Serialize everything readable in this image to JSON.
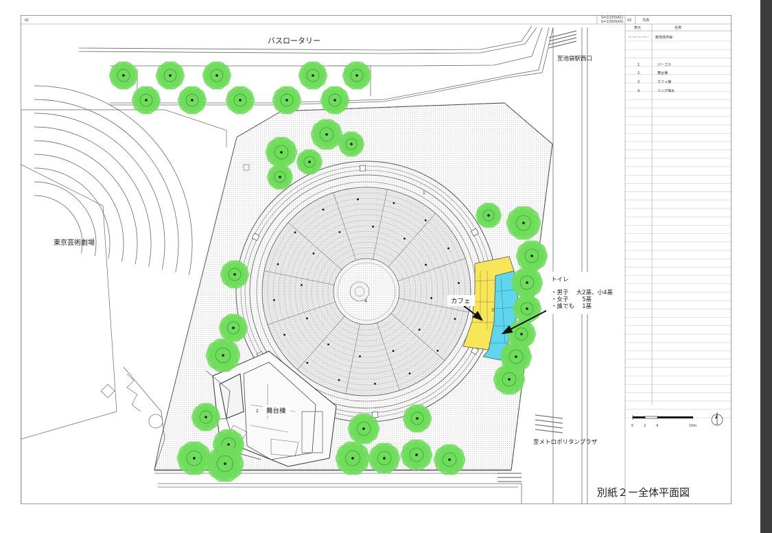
{
  "sheet": {
    "sheet_no": "01",
    "scale_line1": "S=1/150(A1)",
    "scale_line2": "S=1/300(A3)",
    "legend_no": "02",
    "legend_title": "凡例",
    "legend_col_mark": "表示",
    "legend_col_name": "名称",
    "legend_boundary": "敷地境界線",
    "legend_items": [
      {
        "no": "1",
        "name": "パーゴラ"
      },
      {
        "no": "2",
        "name": "舞台棟"
      },
      {
        "no": "3",
        "name": "カフェ棟"
      },
      {
        "no": "4",
        "name": "リング噴水"
      }
    ],
    "scale_bar_ticks": [
      "0",
      "2",
      "4",
      "10m"
    ],
    "caption": "別紙２ー全体平面図"
  },
  "plan": {
    "bus_rotary": "バスロータリー",
    "to_ikebukuro_west": "至池袋駅西口",
    "theater": "東京芸術劇場",
    "cafe": "カフェ",
    "stage_building": "舞台棟",
    "to_metropolitan_plaza": "至メトロポリタンプラザ",
    "toilet_title": "トイレ",
    "toilet_lines": [
      "・男子　 大2基、小4基",
      "・女子　　 5基",
      "・誰でも　 1基"
    ],
    "fountain_no": "4",
    "pergola_no": "1",
    "stage_no": "2",
    "cafe_no": "3"
  },
  "colors": {
    "tree": "#6fdc5c",
    "tree_dark": "#3aa83a",
    "cafe": "#f7e65a",
    "toilet": "#5fd6ee",
    "pavement": "#e4e4e4",
    "line": "#4a4a4a"
  }
}
